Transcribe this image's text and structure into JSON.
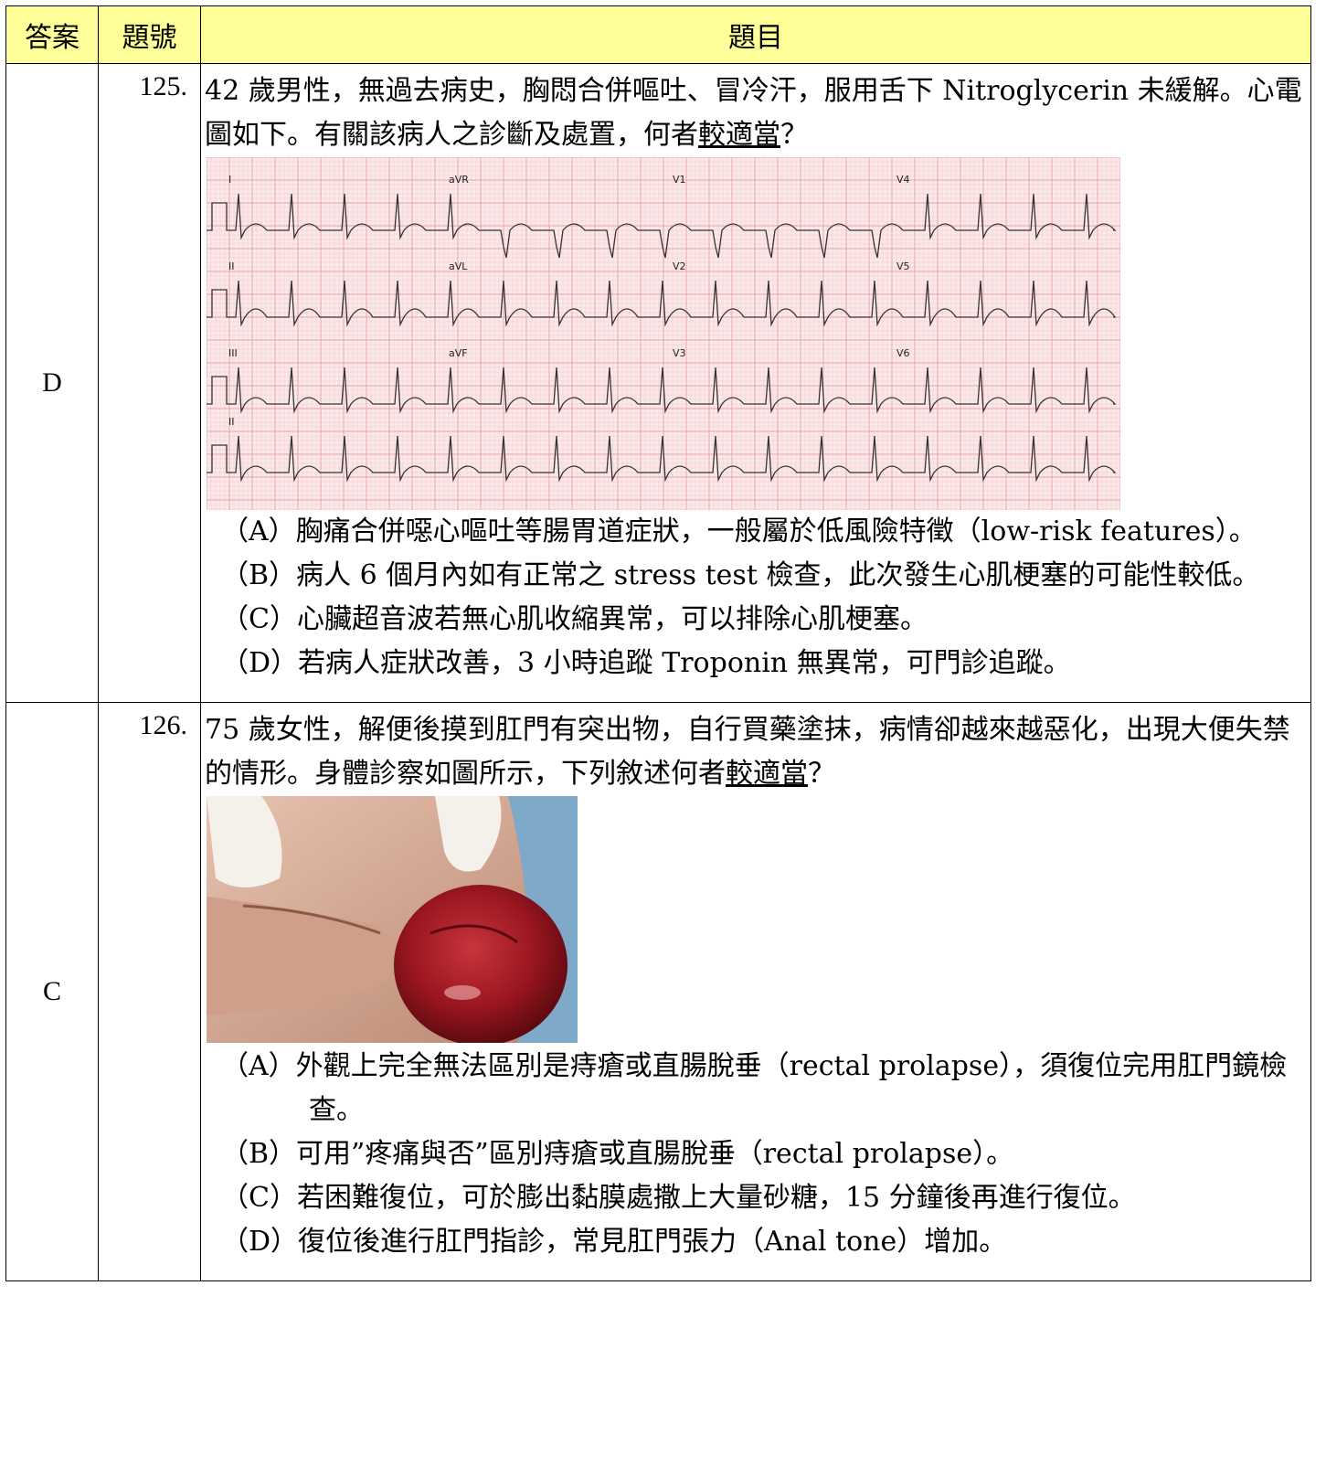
{
  "header": {
    "answer": "答案",
    "number": "題號",
    "question": "題目"
  },
  "questions": [
    {
      "answer": "D",
      "number": "125.",
      "stem_part1": "42 歲男性，無過去病史，胸悶合併嘔吐、冒冷汗，服用舌下 Nitroglycerin 未緩解。心電圖如下。有關該病人之診斷及處置，何者",
      "stem_emph": "較適當",
      "stem_end": "？",
      "ecg_leads": [
        "I",
        "aVR",
        "V1",
        "V4",
        "II",
        "aVL",
        "V2",
        "V5",
        "III",
        "aVF",
        "V3",
        "V6",
        "II"
      ],
      "options": [
        "（A）胸痛合併噁心嘔吐等腸胃道症狀，一般屬於低風險特徵（low-risk features）。",
        "（B）病人 6 個月內如有正常之 stress test 檢查，此次發生心肌梗塞的可能性較低。",
        "（C）心臟超音波若無心肌收縮異常，可以排除心肌梗塞。",
        "（D）若病人症狀改善，3 小時追蹤 Troponin 無異常，可門診追蹤。"
      ]
    },
    {
      "answer": "C",
      "number": "126.",
      "stem_part1": "75 歲女性，解便後摸到肛門有突出物，自行買藥塗抹，病情卻越來越惡化，出現大便失禁的情形。身體診察如圖所示，下列敘述何者",
      "stem_emph": "較適當",
      "stem_end": "？",
      "options": [
        "（A）外觀上完全無法區別是痔瘡或直腸脫垂（rectal prolapse），須復位完用肛門鏡檢查。",
        "（B）可用”疼痛與否”區別痔瘡或直腸脫垂（rectal prolapse）。",
        "（C）若困難復位，可於膨出黏膜處撒上大量砂糖，15 分鐘後再進行復位。",
        "（D）復位後進行肛門指診，常見肛門張力（Anal tone）增加。"
      ]
    }
  ],
  "colors": {
    "header_bg": "#ffff99",
    "ecg_grid": "#f3c6c9",
    "ecg_bg": "#fbe9ea",
    "trace": "#333333"
  }
}
